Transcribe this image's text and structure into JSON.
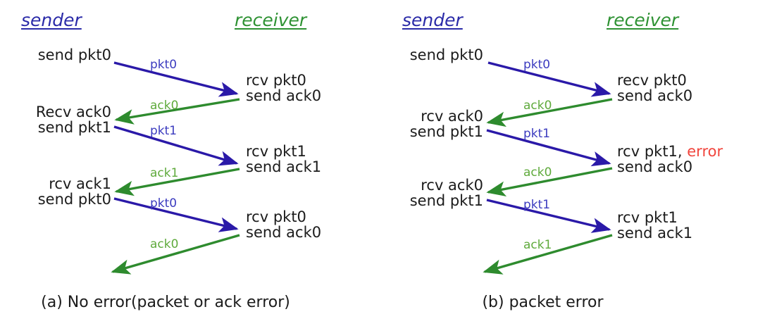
{
  "colors": {
    "sender_header": "#2a2aa8",
    "receiver_header": "#2e9233",
    "packet_arrow": "#2a19a8",
    "ack_arrow": "#2e8b2e",
    "packet_label": "#3b3bbf",
    "ack_label": "#5faa3c",
    "error_text": "#f1453d",
    "body_text": "#1b1b1b",
    "background": "#ffffff"
  },
  "panels": [
    {
      "id": "a",
      "caption": "(a) No error(packet or ack error)",
      "headers": {
        "sender": "sender",
        "receiver": "receiver"
      },
      "sender_events": [
        {
          "lines": [
            "send pkt0"
          ]
        },
        {
          "lines": [
            "Recv ack0",
            "send pkt1"
          ]
        },
        {
          "lines": [
            "rcv ack1",
            "send pkt0"
          ]
        }
      ],
      "receiver_events": [
        {
          "lines": [
            "rcv pkt0",
            "send ack0"
          ]
        },
        {
          "lines": [
            "rcv pkt1",
            "send ack1"
          ]
        },
        {
          "lines": [
            "rcv pkt0",
            "send ack0"
          ]
        }
      ],
      "messages": [
        {
          "label": "pkt0",
          "kind": "packet",
          "direction": "to-receiver"
        },
        {
          "label": "ack0",
          "kind": "ack",
          "direction": "to-sender"
        },
        {
          "label": "pkt1",
          "kind": "packet",
          "direction": "to-receiver"
        },
        {
          "label": "ack1",
          "kind": "ack",
          "direction": "to-sender"
        },
        {
          "label": "pkt0",
          "kind": "packet",
          "direction": "to-receiver"
        },
        {
          "label": "ack0",
          "kind": "ack",
          "direction": "to-sender"
        }
      ]
    },
    {
      "id": "b",
      "caption": "(b) packet error",
      "headers": {
        "sender": "sender",
        "receiver": "receiver"
      },
      "sender_events": [
        {
          "lines": [
            "send pkt0"
          ]
        },
        {
          "lines": [
            "rcv ack0",
            "send pkt1"
          ]
        },
        {
          "lines": [
            "rcv ack0",
            "send pkt1"
          ]
        }
      ],
      "receiver_events": [
        {
          "lines": [
            "recv pkt0",
            "send ack0"
          ]
        },
        {
          "lines": [
            "rcv pkt1, error",
            "send ack0"
          ],
          "error_token": "error",
          "error_prefix": "rcv pkt1, "
        },
        {
          "lines": [
            "rcv pkt1",
            "send ack1"
          ]
        }
      ],
      "messages": [
        {
          "label": "pkt0",
          "kind": "packet",
          "direction": "to-receiver"
        },
        {
          "label": "ack0",
          "kind": "ack",
          "direction": "to-sender"
        },
        {
          "label": "pkt1",
          "kind": "packet",
          "direction": "to-receiver"
        },
        {
          "label": "ack0",
          "kind": "ack",
          "direction": "to-sender"
        },
        {
          "label": "pkt1",
          "kind": "packet",
          "direction": "to-receiver"
        },
        {
          "label": "ack1",
          "kind": "ack",
          "direction": "to-sender"
        }
      ]
    }
  ]
}
